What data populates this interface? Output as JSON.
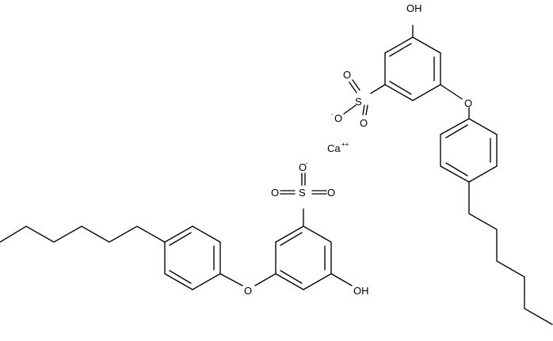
{
  "atom_labels": {
    "hydroxyl": "OH",
    "oxygen": "O",
    "sulfur": "S",
    "anion_charge": "-",
    "calcium": "Ca",
    "calcium_charge": "++"
  }
}
